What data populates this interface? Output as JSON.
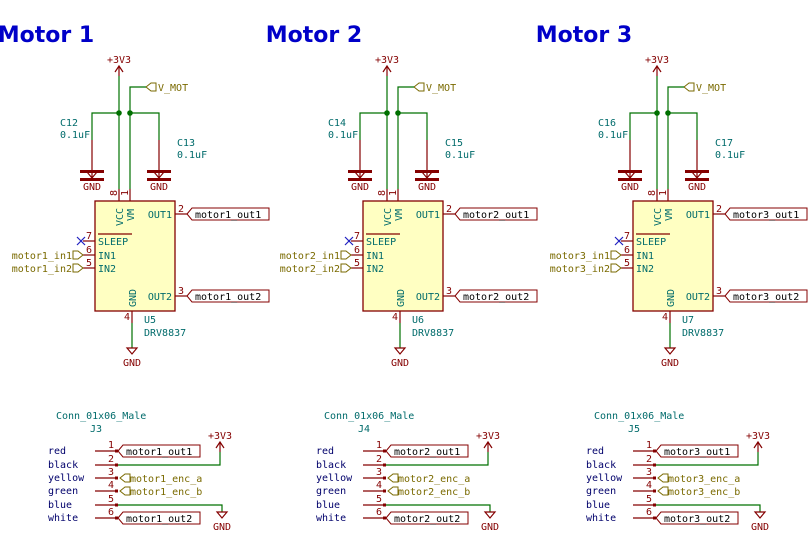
{
  "motors": [
    {
      "title": "Motor 1",
      "caps": [
        {
          "ref": "C12",
          "value": "0.1uF"
        },
        {
          "ref": "C13",
          "value": "0.1uF"
        }
      ],
      "ic": {
        "ref": "U5",
        "value": "DRV8837"
      },
      "in1": "motor1_in1",
      "in2": "motor1_in2",
      "out1": "motor1_out1",
      "out2": "motor1_out2",
      "connector": {
        "name": "Conn_01x06_Male",
        "ref": "J3",
        "labels": [
          "motor1_out1",
          "",
          "motor1_enc_a",
          "motor1_enc_b",
          "",
          "motor1_out2"
        ]
      }
    },
    {
      "title": "Motor 2",
      "caps": [
        {
          "ref": "C14",
          "value": "0.1uF"
        },
        {
          "ref": "C15",
          "value": "0.1uF"
        }
      ],
      "ic": {
        "ref": "U6",
        "value": "DRV8837"
      },
      "in1": "motor2_in1",
      "in2": "motor2_in2",
      "out1": "motor2_out1",
      "out2": "motor2_out2",
      "connector": {
        "name": "Conn_01x06_Male",
        "ref": "J4",
        "labels": [
          "motor2_out1",
          "",
          "motor2_enc_a",
          "motor2_enc_b",
          "",
          "motor2_out2"
        ]
      }
    },
    {
      "title": "Motor 3",
      "caps": [
        {
          "ref": "C16",
          "value": "0.1uF"
        },
        {
          "ref": "C17",
          "value": "0.1uF"
        }
      ],
      "ic": {
        "ref": "U7",
        "value": "DRV8837"
      },
      "in1": "motor3_in1",
      "in2": "motor3_in2",
      "out1": "motor3_out1",
      "out2": "motor3_out2",
      "connector": {
        "name": "Conn_01x06_Male",
        "ref": "J5",
        "labels": [
          "motor3_out1",
          "",
          "motor3_enc_a",
          "motor3_enc_b",
          "",
          "motor3_out2"
        ]
      }
    }
  ],
  "power": {
    "vcc": "+3V3",
    "vmot": "V_MOT",
    "gnd": "GND"
  },
  "ic_pins": {
    "vcc": {
      "name": "VCC",
      "num": "8"
    },
    "vm": {
      "name": "VM",
      "num": "1"
    },
    "out1": {
      "name": "OUT1",
      "num": "2"
    },
    "sleep": {
      "name": "SLEEP",
      "num": "7"
    },
    "in1": {
      "name": "IN1",
      "num": "6"
    },
    "in2": {
      "name": "IN2",
      "num": "5"
    },
    "gnd": {
      "name": "GND",
      "num": "4"
    },
    "out2": {
      "name": "OUT2",
      "num": "3"
    }
  },
  "connector_pins": [
    "1",
    "2",
    "3",
    "4",
    "5",
    "6"
  ],
  "wire_colors": [
    "red",
    "black",
    "yellow",
    "green",
    "blue",
    "white"
  ]
}
